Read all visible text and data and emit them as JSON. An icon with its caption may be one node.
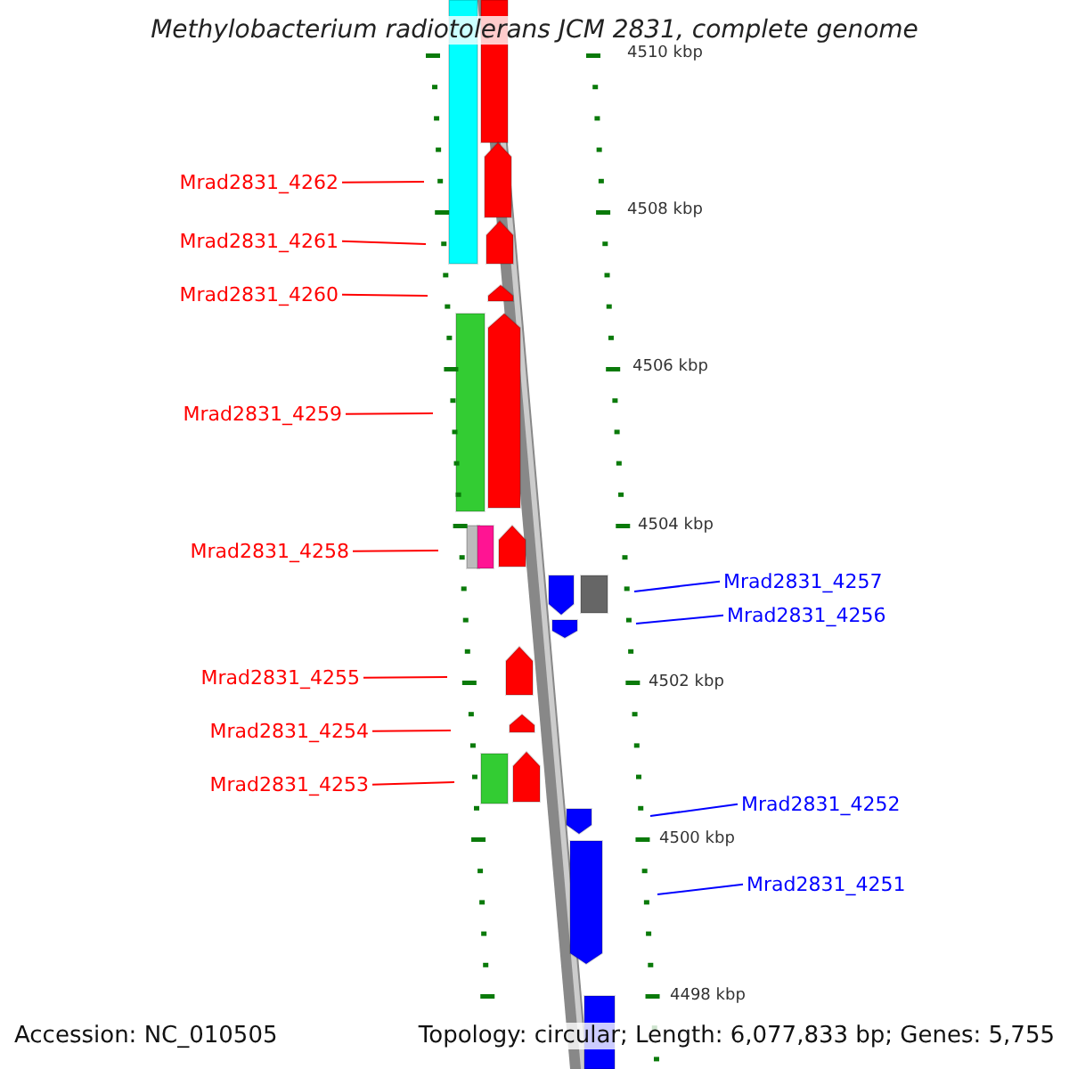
{
  "diagram": {
    "title": "Methylobacterium radiotolerans JCM 2831, complete genome",
    "nodes": [
      {
        "text": [
          "Mrad2831_4262"
        ]
      },
      {
        "text": [
          "Mrad2831_4261"
        ]
      },
      {
        "text": [
          "Mrad2831_4260"
        ]
      },
      {
        "text": [
          "Mrad2831_4259"
        ]
      },
      {
        "text": [
          "Mrad2831_4258"
        ]
      },
      {
        "text": [
          "Mrad2831_4257"
        ]
      },
      {
        "text": [
          "Mrad2831_4256"
        ]
      },
      {
        "text": [
          "Mrad2831_4255"
        ]
      },
      {
        "text": [
          "Mrad2831_4254"
        ]
      },
      {
        "text": [
          "Mrad2831_4253"
        ]
      },
      {
        "text": [
          "Mrad2831_4252"
        ]
      },
      {
        "text": [
          "Mrad2831_4251"
        ]
      }
    ],
    "edges": [
      {
        "from": 0,
        "to": null,
        "arrow": "none"
      },
      {
        "from": 1,
        "to": null,
        "arrow": "none"
      },
      {
        "from": 2,
        "to": null,
        "arrow": "none"
      },
      {
        "from": 3,
        "to": null,
        "arrow": "none"
      },
      {
        "from": 4,
        "to": null,
        "arrow": "none"
      },
      {
        "from": 5,
        "to": null,
        "arrow": "none",
        "color": "#0000ff"
      },
      {
        "from": 6,
        "to": null,
        "arrow": "none",
        "color": "#0000ff"
      },
      {
        "from": 7,
        "to": null,
        "arrow": "none"
      },
      {
        "from": 8,
        "to": null,
        "arrow": "none"
      },
      {
        "from": 9,
        "to": null,
        "arrow": "none"
      },
      {
        "from": 10,
        "to": null,
        "arrow": "none",
        "color": "#0000ff"
      },
      {
        "from": 11,
        "to": null,
        "arrow": "none",
        "color": "#0000ff"
      }
    ],
    "labels": [
      "4510 kbp",
      "4508 kbp",
      "4506 kbp",
      "4504 kbp",
      "4502 kbp",
      "4500 kbp",
      "4498 kbp",
      "Accession: NC_010505",
      "Topology: circular; Length: 6,077,833 bp; Genes: 5,755"
    ]
  }
}
